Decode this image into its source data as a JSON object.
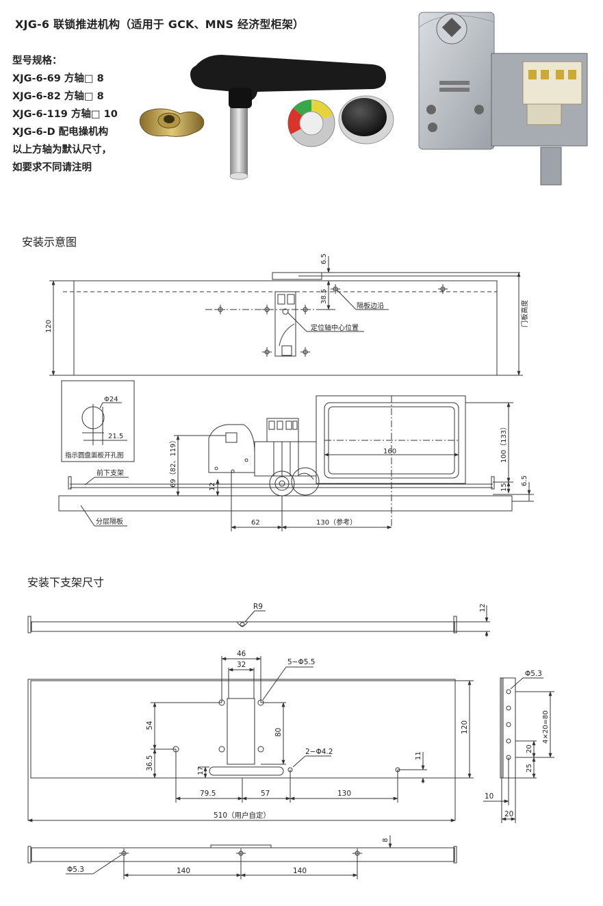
{
  "header": {
    "title": "XJG-6 联锁推进机构（适用于 GCK、MNS 经济型柜架）"
  },
  "spec": {
    "lines": [
      "型号规格：",
      "XJG-6-69 方轴□ 8",
      "XJG-6-82 方轴□ 8",
      "XJG-6-119 方轴□ 10",
      "XJG-6-D 配电操机构",
      "以上方轴为默认尺寸，",
      "如要求不同请注明"
    ]
  },
  "section1": {
    "title": "安装示意图",
    "dims": {
      "d6_5_top": "6.5",
      "d38_5": "38.5",
      "d120": "120",
      "door_height": "门板高度",
      "partition_edge": "隔板边沿",
      "axis_center": "定位轴中心位置",
      "phi24": "Φ24",
      "d21_5": "21.5",
      "hole_fig": "指示圆盘面板开孔图",
      "d69": "69（82、119）",
      "front_bracket": "前下支架",
      "d12": "12",
      "d100": "100（133）",
      "d160": "160",
      "d15": "15",
      "d6_5_bot": "6.5",
      "d62": "62",
      "d130ref": "130（参考）",
      "layer_board": "分层隔板"
    }
  },
  "section2": {
    "title": "安装下支架尺寸",
    "dims": {
      "r9": "R9",
      "d12_top": "12",
      "d46": "46",
      "d32": "32",
      "holes5": "5−Φ5.5",
      "d54": "54",
      "d80": "80",
      "d120": "120",
      "holes2": "2−Φ4.2",
      "d11": "11",
      "d36_5": "36.5",
      "d17": "17",
      "d79_5": "79.5",
      "d57": "57",
      "d130": "130",
      "d510": "510（用户自定）",
      "phi5_3_side": "Φ5.3",
      "d4x20": "4×20=80",
      "d20": "20",
      "d25": "25",
      "d10": "10",
      "d20_bot": "20",
      "d8": "8",
      "phi5_3_bot": "Φ5.3",
      "d140a": "140",
      "d140b": "140"
    }
  },
  "colors": {
    "handle": "#1a1a1a",
    "metal": "#b9bec4",
    "gauge_green": "#3aa64a",
    "gauge_yellow": "#e6d53a",
    "gauge_red": "#d8342c",
    "terminal": "#e8e2cf",
    "line": "#333333"
  }
}
